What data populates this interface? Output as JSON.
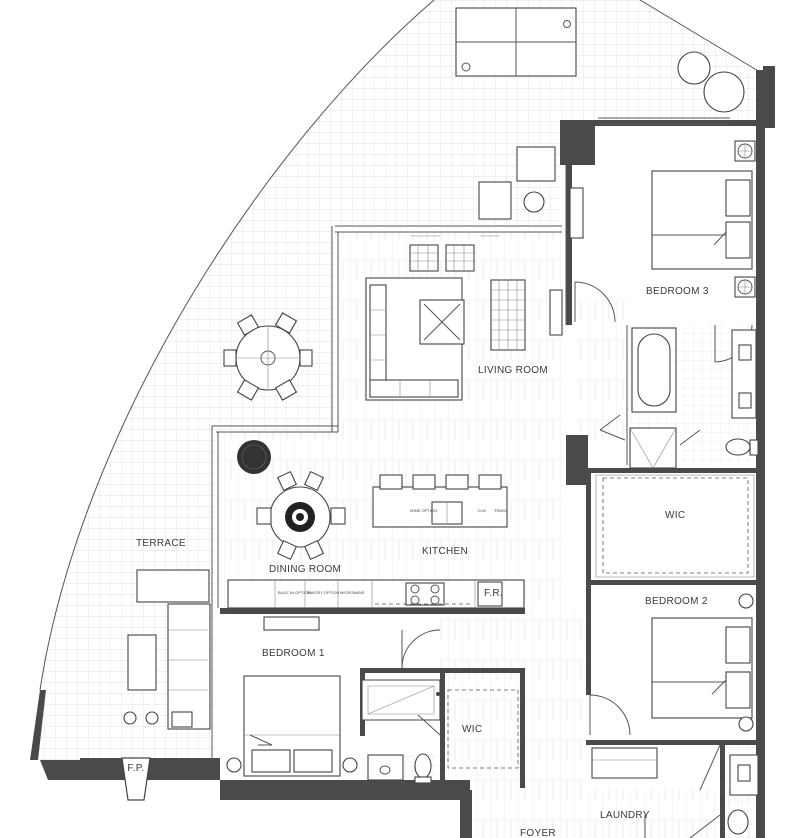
{
  "rooms": {
    "terrace": "TERRACE",
    "living_room": "LIVING ROOM",
    "dining_room": "DINING ROOM",
    "kitchen": "KITCHEN",
    "bedroom_1": "BEDROOM 1",
    "bedroom_2": "BEDROOM 2",
    "bedroom_3": "BEDROOM 3",
    "wic_1": "WIC",
    "wic_2": "WIC",
    "laundry": "LAUNDRY",
    "foyer": "FOYER",
    "fireplace": "F.P."
  },
  "kitchen_labels": {
    "built_in_oven": "BUILT-IN OPTION",
    "pantry_option": "PANTRY OPTION",
    "microwave": "MICROWAVE",
    "fridge": "F.R.",
    "wine": "WINE OPTION",
    "dishwasher": "D.W.",
    "trash": "TRASH"
  },
  "icons": {
    "compass": "north-arrow-icon",
    "ceiling_fixture": "ceiling-fixture-icon"
  }
}
